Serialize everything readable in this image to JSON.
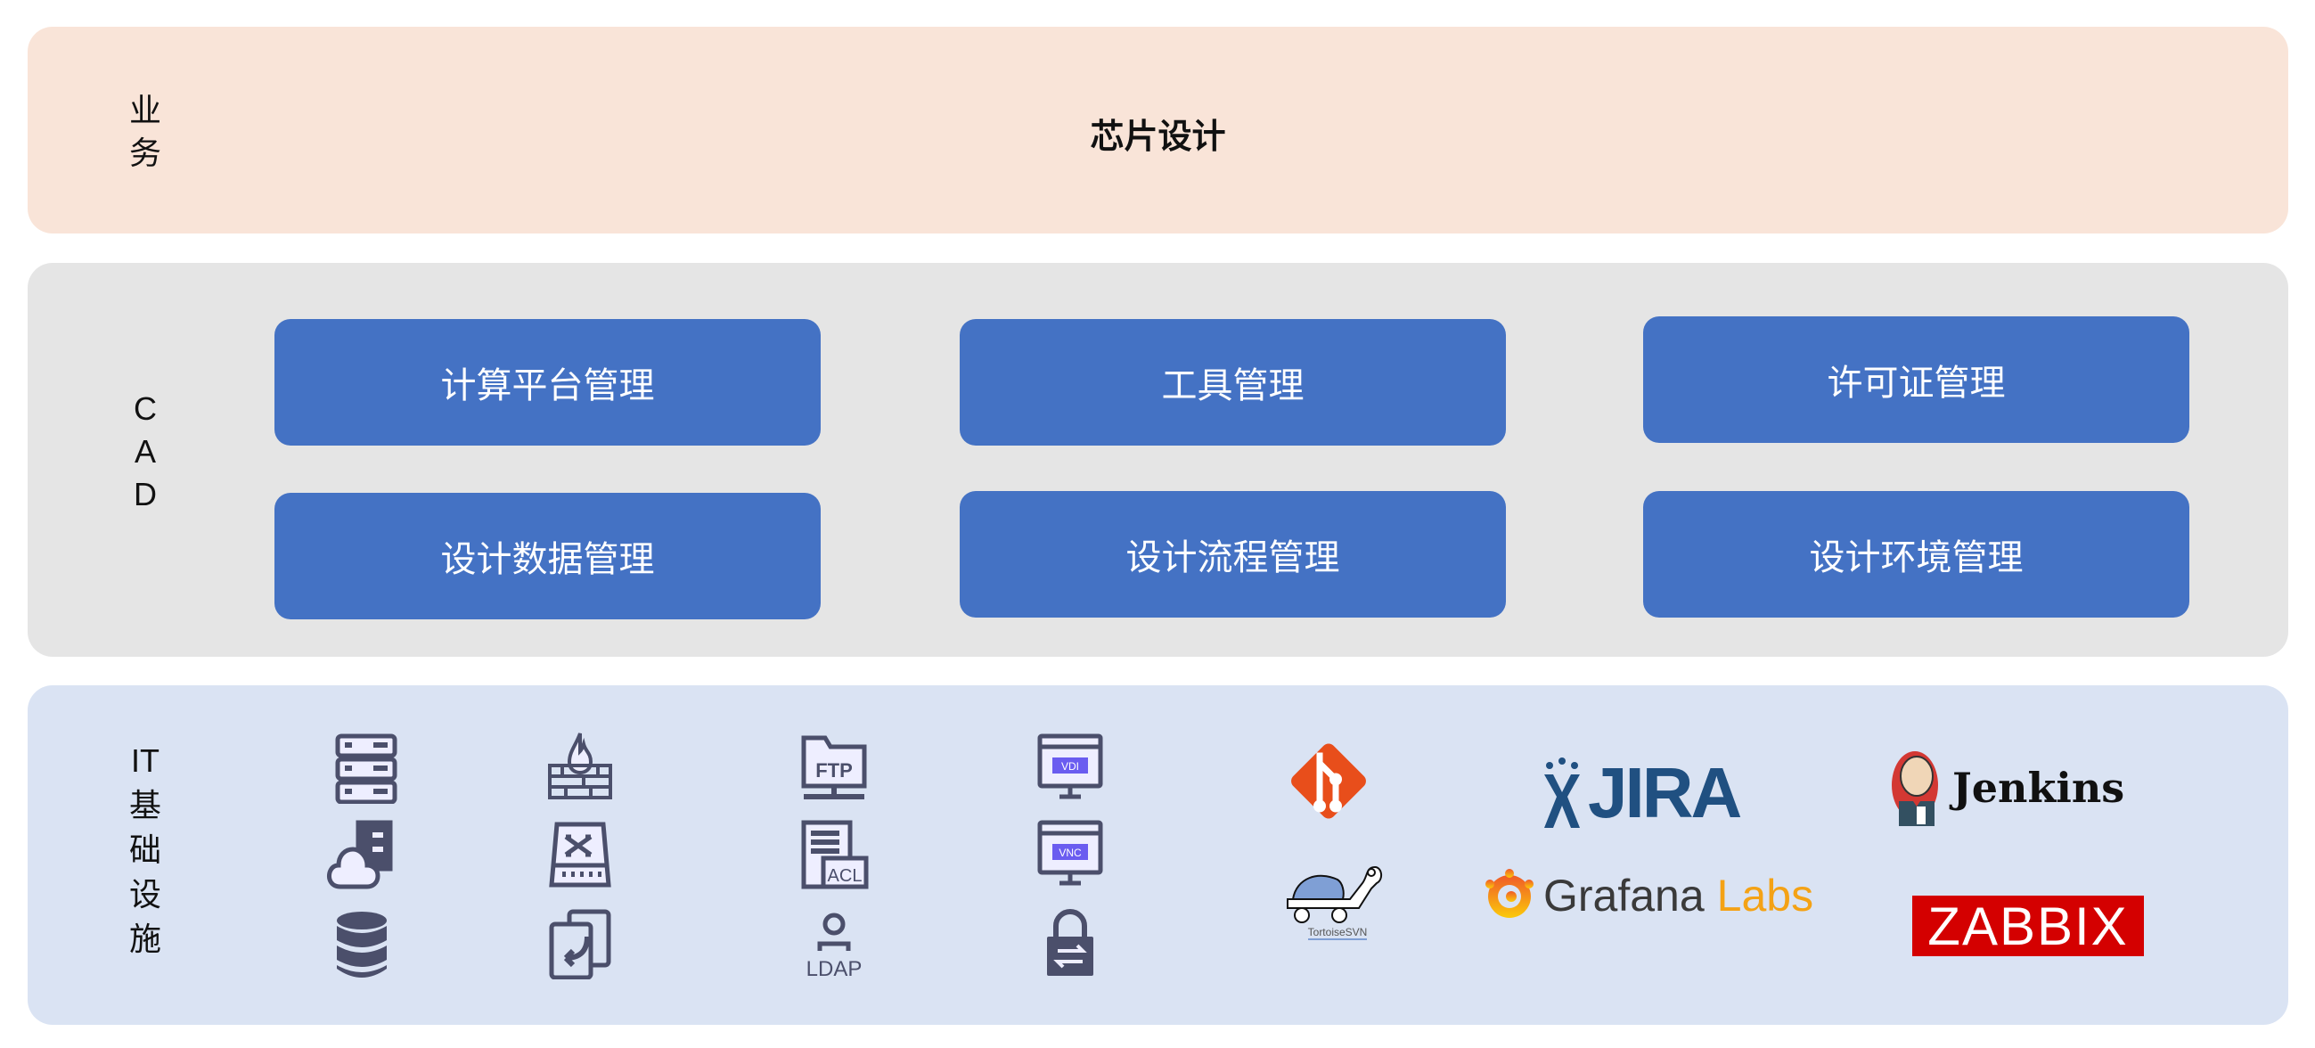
{
  "business": {
    "label_chars": [
      "业",
      "务"
    ],
    "title": "芯片设计"
  },
  "cad": {
    "label_chars": [
      "C",
      "A",
      "D"
    ],
    "buttons": [
      "计算平台管理",
      "工具管理",
      "许可证管理",
      "设计数据管理",
      "设计流程管理",
      "设计环境管理"
    ]
  },
  "it": {
    "label_chars": [
      "IT",
      "基",
      "础",
      "设",
      "施"
    ],
    "icons": {
      "ftp": "FTP",
      "acl": "ACL",
      "ldap": "LDAP",
      "vdi": "VDI",
      "vnc": "VNC"
    },
    "logos": {
      "jira": "JIRA",
      "jenkins": "Jenkins",
      "tortoise": "TortoiseSVN",
      "grafana": "Grafana",
      "grafana_labs": "Labs",
      "zabbix": "ZABBIX"
    }
  },
  "colors": {
    "icon": "#4b4f6b",
    "accent": "#6a5cf0",
    "button": "#4472c4"
  }
}
